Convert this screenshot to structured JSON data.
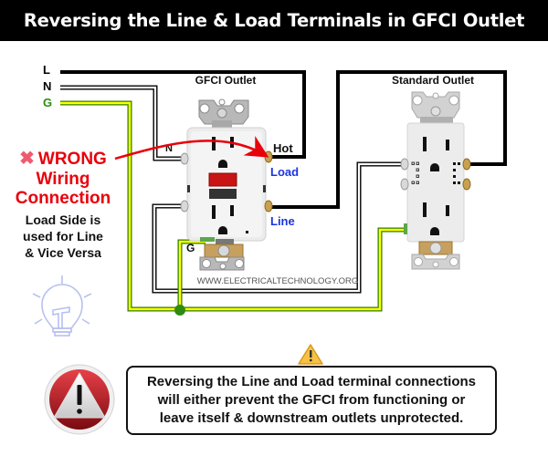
{
  "title": "Reversing the Line & Load Terminals in GFCI Outlet",
  "supply_labels": {
    "line": "L",
    "neutral": "N",
    "ground": "G"
  },
  "colors": {
    "title_bg": "#000000",
    "wire_hot": "#000000",
    "wire_ground_fill": "#ffff00",
    "wire_ground_edge": "#2e7d00",
    "ground_node": "#2f8a10",
    "arrow": "#e8000b",
    "terminal_label": "#1a35e0",
    "warning_red": "#c4121a"
  },
  "gfci": {
    "label": "GFCI Outlet",
    "neutral_label": "N",
    "hot_label": "Hot",
    "load_label": "Load",
    "line_label": "Line",
    "ground_label": "G"
  },
  "standard_outlet": {
    "label": "Standard Outlet"
  },
  "wrong_note": {
    "icon": "x-mark-icon",
    "headline": "WRONG",
    "line2": "Wiring",
    "line3": "Connection",
    "explanation_1": "Load Side is",
    "explanation_2": "used for Line",
    "explanation_3": "& Vice Versa"
  },
  "watermark": "WWW.ELECTRICALTECHNOLOGY.ORG",
  "callout": {
    "line1": "Reversing the Line and Load terminal connections",
    "line2": "will either prevent the GFCI from functioning or",
    "line3": "leave itself & downstream outlets unprotected."
  },
  "icons": [
    "lightbulb-icon",
    "warning-triangle-icon",
    "warning-sign-icon"
  ]
}
